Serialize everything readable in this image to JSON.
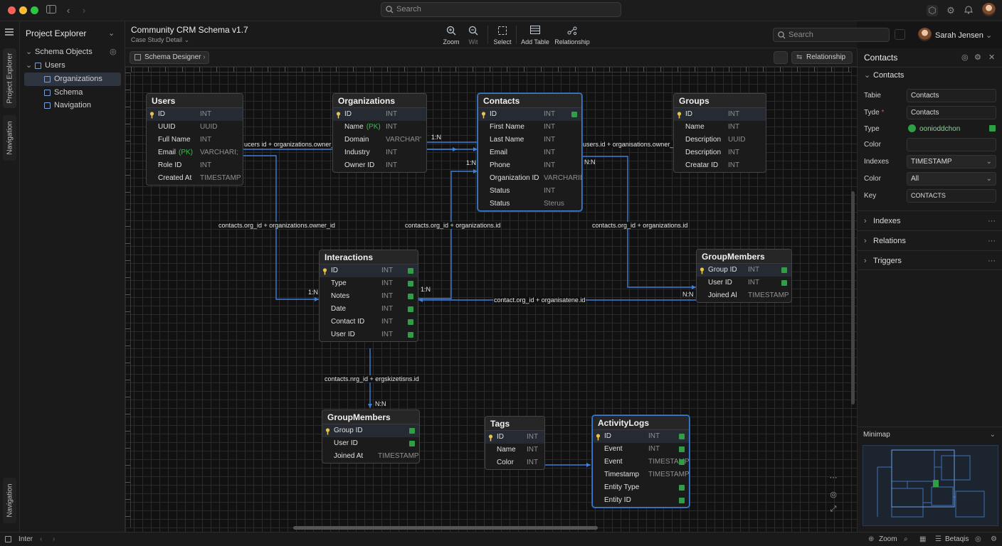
{
  "titlebar": {
    "search_placeholder": "Search",
    "user_name": "Sarah Jensen"
  },
  "explorer": {
    "title": "Project Explorer",
    "rail_tabs": [
      "Project Explorer",
      "Navigation"
    ],
    "rail_bottom": "Navigation",
    "tree": [
      {
        "label": "Schema Objects",
        "level": 0,
        "selected": false
      },
      {
        "label": "Users",
        "level": 0,
        "selected": false
      },
      {
        "label": "Organizations",
        "level": 1,
        "selected": true
      },
      {
        "label": "Schema",
        "level": 1,
        "selected": false
      },
      {
        "label": "Navigation",
        "level": 1,
        "selected": false
      }
    ]
  },
  "document": {
    "title": "Community CRM Schema v1.7",
    "subtitle": "Case Study Detail"
  },
  "toolbar": {
    "zoom_in": "Zoom",
    "zoom_out": "Wit",
    "select": "Select",
    "add_table": "Add Table",
    "relationship": "Relationship",
    "search_placeholder": "Search"
  },
  "subbar": {
    "tab": "Schema Designer",
    "relationship_button": "Relationship"
  },
  "tables": {
    "users": {
      "name": "Users",
      "rows": [
        {
          "n": "ID",
          "t": "INT",
          "pk": true
        },
        {
          "n": "UUID",
          "t": "UUID"
        },
        {
          "n": "Full Name",
          "t": "INT"
        },
        {
          "n": "Email",
          "tag": "(PK)",
          "t": "VARCHARI;"
        },
        {
          "n": "Role ID",
          "t": "INT"
        },
        {
          "n": "Created At",
          "t": "TIMESTAMP"
        }
      ]
    },
    "organizations": {
      "name": "Organizations",
      "rows": [
        {
          "n": "ID",
          "t": "INT",
          "pk": true
        },
        {
          "n": "Name",
          "tag": "(PK)",
          "t": "INT"
        },
        {
          "n": "Domain",
          "t": "VARCHAR'"
        },
        {
          "n": "Industry",
          "t": "INT"
        },
        {
          "n": "Owner ID",
          "t": "INT"
        }
      ]
    },
    "contacts": {
      "name": "Contacts",
      "rows": [
        {
          "n": "ID",
          "t": "INT",
          "pk": true
        },
        {
          "n": "First Name",
          "t": "INT"
        },
        {
          "n": "Last Name",
          "t": "INT"
        },
        {
          "n": "Email",
          "t": "INT"
        },
        {
          "n": "Phone",
          "t": "INT"
        },
        {
          "n": "Organization ID",
          "t": "VARCHARII"
        },
        {
          "n": "Status",
          "t": "INT"
        },
        {
          "n": "Status",
          "t": "Sterus"
        }
      ]
    },
    "groups": {
      "name": "Groups",
      "rows": [
        {
          "n": "ID",
          "t": "INT",
          "pk": true
        },
        {
          "n": "Name",
          "t": "INT"
        },
        {
          "n": "Description",
          "t": "UUID"
        },
        {
          "n": "Description",
          "t": "INT"
        },
        {
          "n": "Creatar ID",
          "t": "INT"
        }
      ]
    },
    "interactions": {
      "name": "Interactions",
      "rows": [
        {
          "n": "ID",
          "t": "INT",
          "pk": true
        },
        {
          "n": "Type",
          "t": "INT"
        },
        {
          "n": "Notes",
          "t": "INT"
        },
        {
          "n": "Date",
          "t": "INT"
        },
        {
          "n": "Contact ID",
          "t": "INT"
        },
        {
          "n": "User ID",
          "t": "INT"
        }
      ]
    },
    "groupmembers_right": {
      "name": "GroupMembers",
      "rows": [
        {
          "n": "Group ID",
          "t": "INT",
          "pk": true
        },
        {
          "n": "User ID",
          "t": "INT"
        },
        {
          "n": "Joined Al",
          "t": "TIMESTAMP"
        }
      ]
    },
    "groupmembers_bottom": {
      "name": "GroupMembers",
      "rows": [
        {
          "n": "Group ID",
          "t": "",
          "pk": true
        },
        {
          "n": "User ID",
          "t": ""
        },
        {
          "n": "Joined At",
          "t": "TIMESTAMP"
        }
      ]
    },
    "tags": {
      "name": "Tags",
      "rows": [
        {
          "n": "ID",
          "t": "INT",
          "pk": true
        },
        {
          "n": "Name",
          "t": "INT"
        },
        {
          "n": "Color",
          "t": "INT"
        }
      ]
    },
    "activitylogs": {
      "name": "ActivityLogs",
      "rows": [
        {
          "n": "ID",
          "t": "INT",
          "pk": true
        },
        {
          "n": "Event",
          "t": "INT"
        },
        {
          "n": "Event",
          "t": "TIMESTAMP"
        },
        {
          "n": "Timestamp",
          "t": "TIMESTAMP"
        },
        {
          "n": "Entity Type",
          "t": ""
        },
        {
          "n": "Entity ID",
          "t": ""
        }
      ]
    }
  },
  "link_labels": {
    "l1": "ucers id + organizations.owner_V",
    "l2": "users.id + organisations.owner_iS",
    "l3": "contacts.org_id + organizations.owner_id",
    "l4": "contacts.org_id + organizations.id",
    "l5": "contacts.org_id + organizations.id",
    "l6": "contact.org_id + organisatene.id",
    "l7": "contacts.nrg_id + ergskizetisns.id"
  },
  "cardinality": {
    "c1": "1:N",
    "c2": "1:N",
    "c3": "N:N",
    "c4": "1:N",
    "c5": "1:N",
    "c6": "N:N",
    "c7": "N:N"
  },
  "properties": {
    "header": "Contacts",
    "section": "Contacts",
    "rows": [
      {
        "k": "Tabie",
        "v": "Contacts"
      },
      {
        "k": "Tyde",
        "v": "Contacts"
      },
      {
        "k": "Type",
        "v": "oonioddchon"
      },
      {
        "k": "Color",
        "v": ""
      },
      {
        "k": "Indexes",
        "v": "TIMESTAMP"
      },
      {
        "k": "Color",
        "v": "All"
      },
      {
        "k": "Key",
        "v": "CONTACTS"
      }
    ],
    "sections": [
      "Indexes",
      "Relations",
      "Triggers"
    ],
    "minimap_label": "Minimap"
  },
  "statusbar": {
    "left": "Inter",
    "zoom": "Zoom",
    "right": "Betaqis"
  },
  "colors": {
    "accent": "#3f7fd6",
    "pk_key": "#e8c547",
    "fk_key": "#3fb950",
    "check": "#2f9e44"
  }
}
